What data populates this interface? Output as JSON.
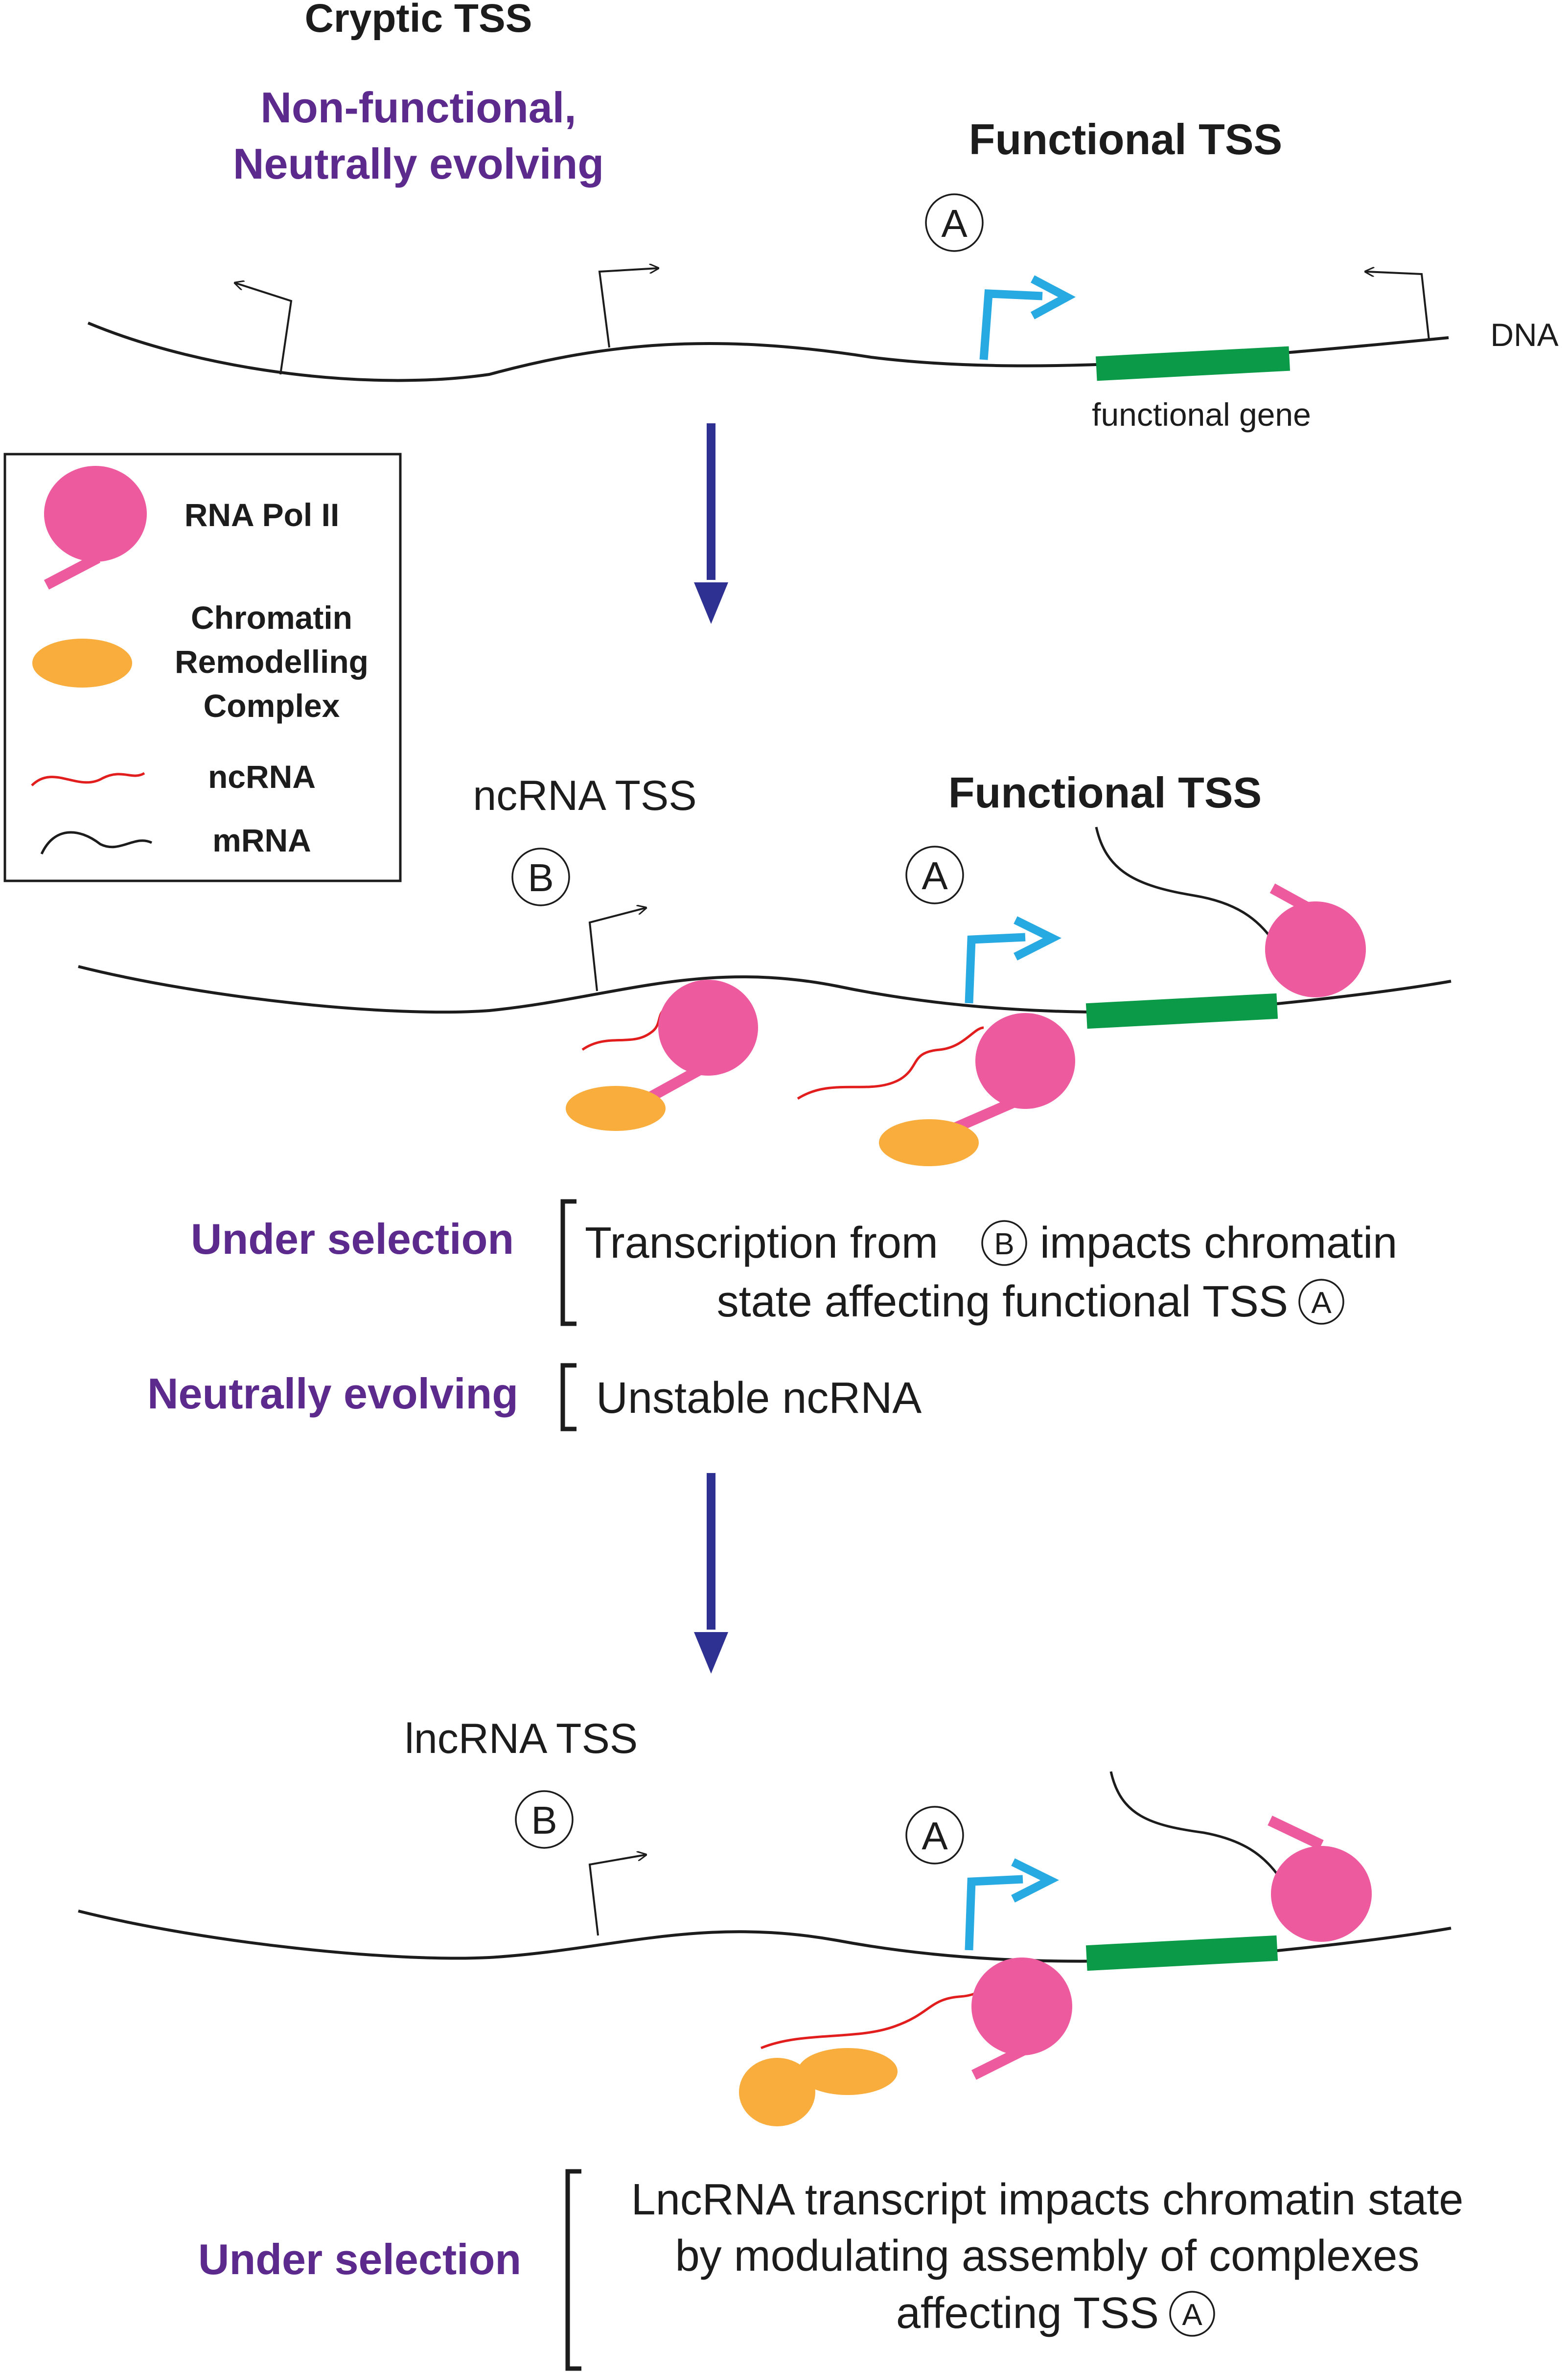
{
  "panel1": {
    "cryptic_title": "Cryptic TSS",
    "cryptic_status": [
      "Non-functional,",
      "Neutrally evolving"
    ],
    "functional_title": "Functional TSS",
    "site_a": "A",
    "dna_label": "DNA",
    "gene_label": "functional gene"
  },
  "legend": {
    "pol2": "RNA Pol II",
    "chromatin": [
      "Chromatin",
      "Remodelling",
      "Complex"
    ],
    "ncrna": "ncRNA",
    "mrna": "mRNA"
  },
  "panel2": {
    "ncrna_tss": "ncRNA TSS",
    "site_b": "B",
    "site_a": "A",
    "functional_title": "Functional TSS",
    "selection_label": "Under selection",
    "selection_text": [
      "Transcription from",
      "impacts chromatin",
      "state affecting functional TSS"
    ],
    "neutral_label": "Neutrally evolving",
    "neutral_text": "Unstable ncRNA"
  },
  "panel3": {
    "lncrna_tss": "lncRNA TSS",
    "site_b": "B",
    "site_a": "A",
    "selection_label": "Under selection",
    "selection_text": [
      "LncRNA transcript impacts chromatin state",
      "by modulating assembly of complexes",
      "affecting TSS"
    ]
  },
  "colors": {
    "pol2": "#ee5a9e",
    "chromatin": "#f8ad3c",
    "gene": "#0a9a48",
    "functional_arrow": "#27a9e1",
    "ncrna": "#e11d1d",
    "flow_arrow": "#2e3192",
    "purple_text": "#5b2a8c"
  }
}
